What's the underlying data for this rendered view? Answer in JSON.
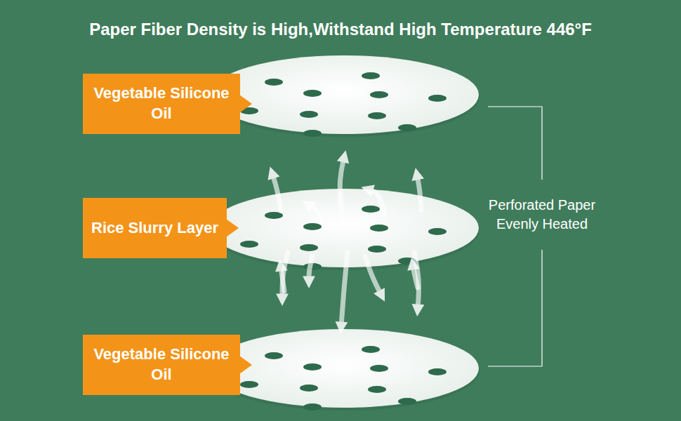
{
  "diagram": {
    "title": "Paper Fiber Density is High,Withstand High Temperature 446°F",
    "nodes": [
      {
        "text": [
          "Vegetable Silicone Oil"
        ]
      },
      {
        "text": [
          "Rice Slurry Layer"
        ]
      },
      {
        "text": [
          "Vegetable Silicone Oil"
        ]
      }
    ],
    "labels": [
      "Perforated Paper Evenly Heated"
    ]
  }
}
